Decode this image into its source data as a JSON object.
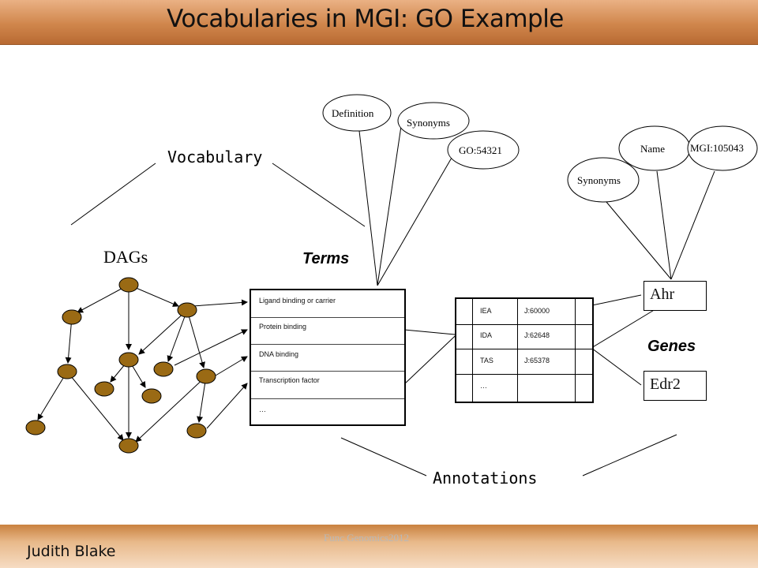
{
  "header": {
    "title": "Vocabularies in MGI: GO Example"
  },
  "labels": {
    "vocabulary": "Vocabulary",
    "dags": "DAGs",
    "terms": "Terms",
    "genes": "Genes",
    "annotations": "Annotations"
  },
  "term_attributes": {
    "definition": "Definition",
    "synonyms": "Synonyms",
    "go_id": "GO:54321"
  },
  "gene_attributes": {
    "synonyms": "Synonyms",
    "name": "Name",
    "mgi_id": "MGI:105043"
  },
  "terms": [
    "Ligand binding or carrier",
    "Protein  binding",
    "DNA  binding",
    "Transcription factor",
    "…"
  ],
  "annotations": [
    {
      "code": "IEA",
      "ref": "J:60000"
    },
    {
      "code": "IDA",
      "ref": "J:62648"
    },
    {
      "code": "TAS",
      "ref": "J:65378"
    },
    {
      "code": "…",
      "ref": ""
    }
  ],
  "genes": [
    "Ahr",
    "Edr2"
  ],
  "footer": {
    "author": "Judith Blake",
    "center": "Func Genomics2012"
  },
  "colors": {
    "node_fill": "#9a6a14",
    "title_bar": "#d0864c"
  }
}
